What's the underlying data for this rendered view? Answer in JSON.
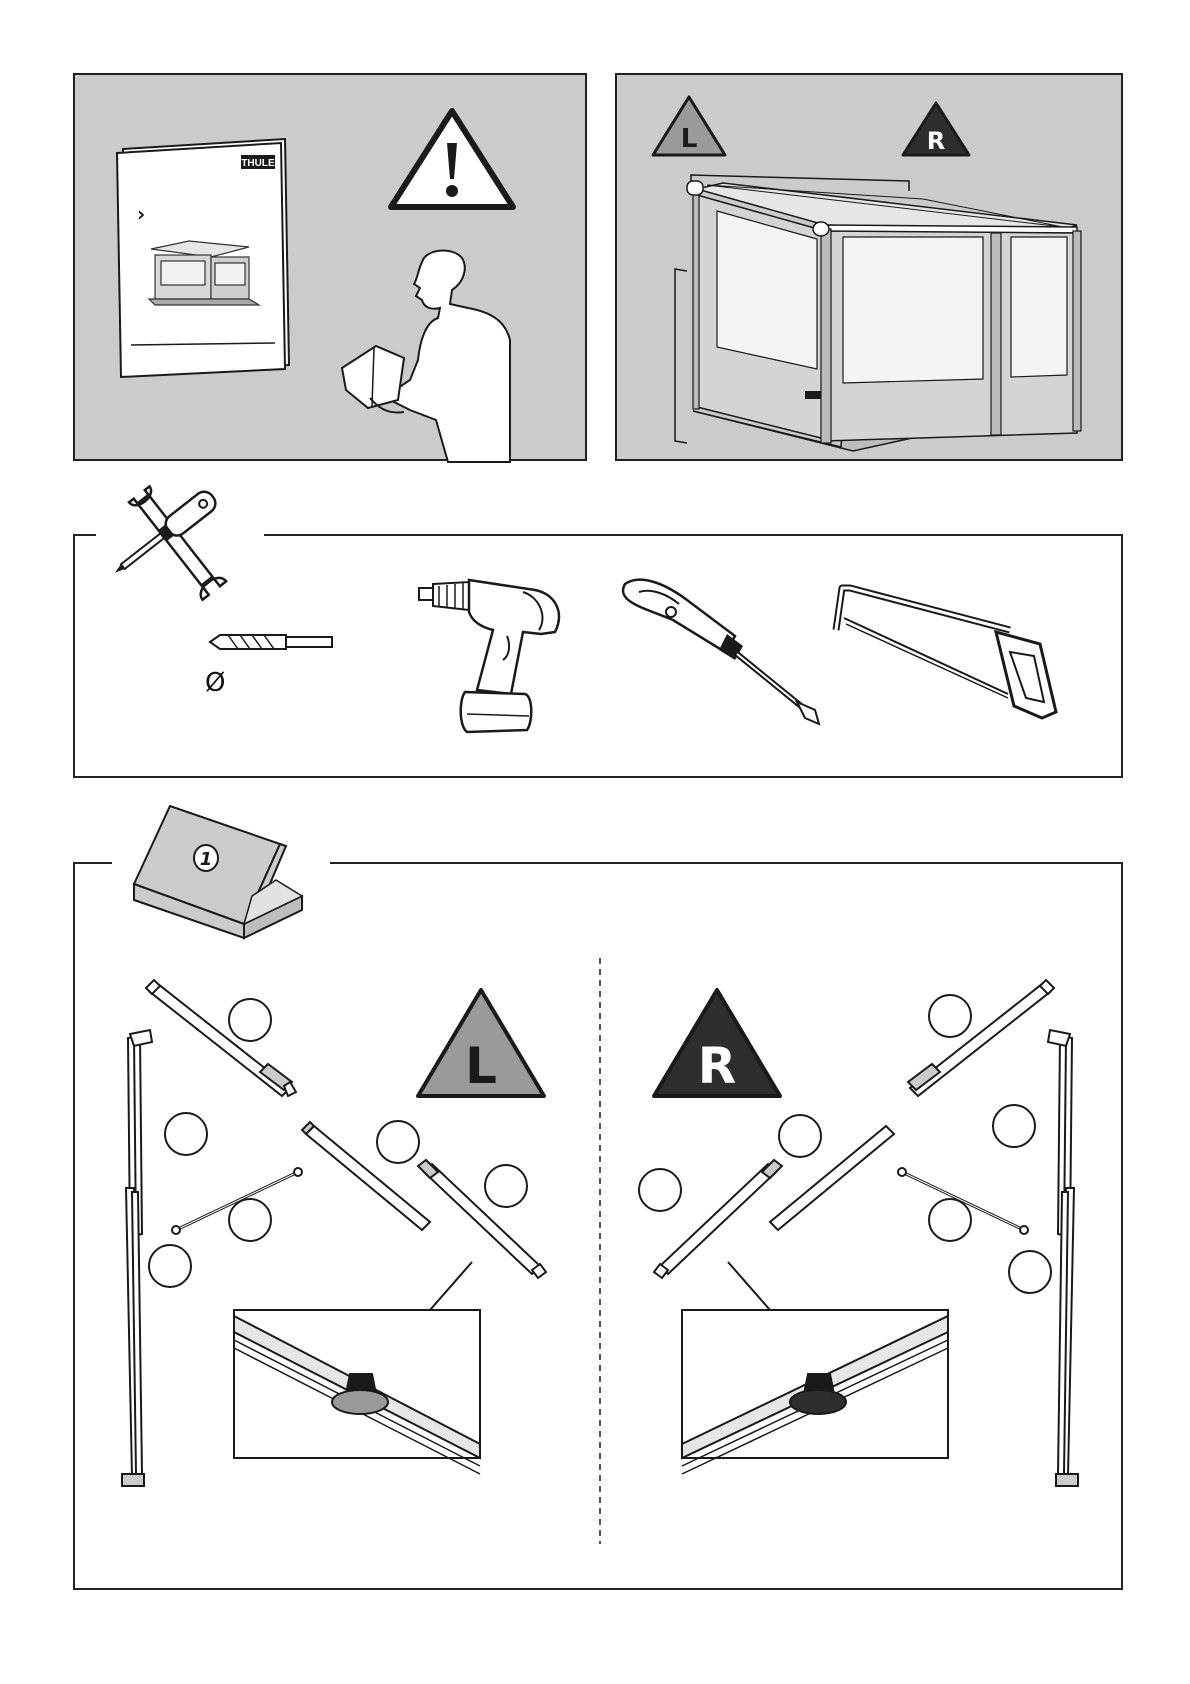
{
  "brand": "THULE",
  "manual": {
    "chevron": "›"
  },
  "markers": {
    "left": "L",
    "right": "R"
  },
  "drill": {
    "diameter_symbol": "Ø"
  },
  "box": {
    "number": "1"
  },
  "colors": {
    "panel_gray": "#cbcbcb",
    "left_marker": "#9a9a9a",
    "right_marker": "#2e2e2e",
    "line": "#1a1a1a"
  },
  "icons": [
    "manual-icon",
    "warning-icon",
    "person-reading-icon",
    "awning-icon",
    "tools-icon",
    "drill-bit-icon",
    "drill-icon",
    "screwdriver-icon",
    "hacksaw-icon",
    "box-icon"
  ]
}
